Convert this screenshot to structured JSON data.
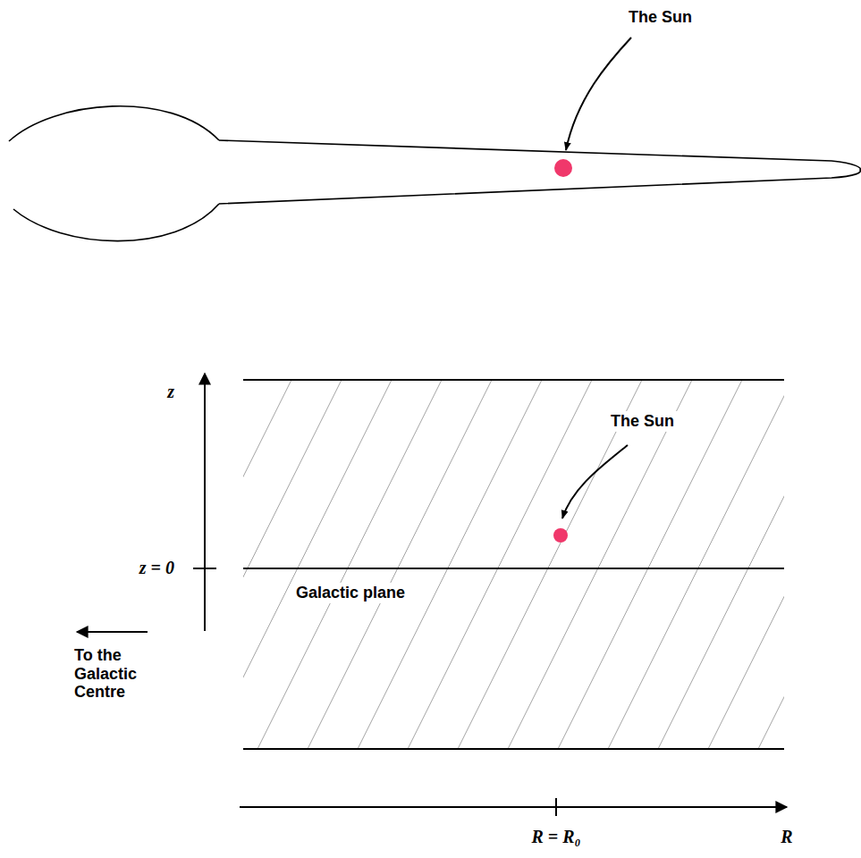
{
  "diagram": {
    "labels": [
      "The Sun",
      "The Sun",
      "z",
      "z = 0",
      "Galactic plane",
      "To the Galactic Centre",
      "R = R₀",
      "R"
    ]
  }
}
